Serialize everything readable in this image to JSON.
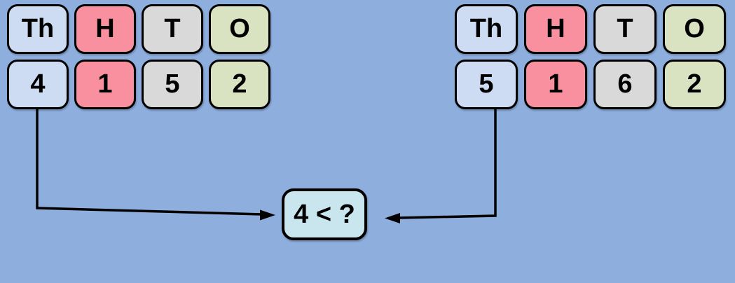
{
  "colors": {
    "background": "#8EAEDE",
    "thousands_cell": "#CDDCF2",
    "hundreds_cell": "#F9909F",
    "tens_cell": "#D9D9D9",
    "ones_cell": "#D9E2C1",
    "comparison_box": "#C9E6EF",
    "border": "#000000",
    "arrow": "#000000"
  },
  "left_table": {
    "headers": [
      "Th",
      "H",
      "T",
      "O"
    ],
    "digits": [
      "4",
      "1",
      "5",
      "2"
    ]
  },
  "right_table": {
    "headers": [
      "Th",
      "H",
      "T",
      "O"
    ],
    "digits": [
      "5",
      "1",
      "6",
      "2"
    ]
  },
  "comparison": {
    "label": "4 < ?"
  }
}
